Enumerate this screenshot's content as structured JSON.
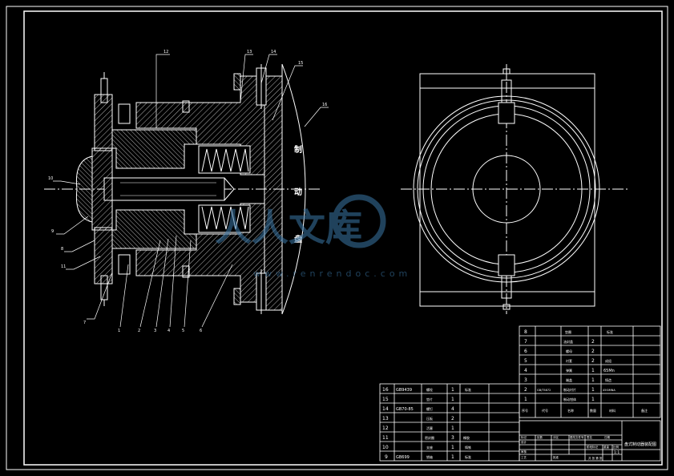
{
  "drawing": {
    "vertical_text": [
      "制",
      "动",
      "盘"
    ]
  },
  "callouts": {
    "top": [
      "12",
      "13",
      "14",
      "15",
      "16"
    ],
    "left": [
      "10",
      "9",
      "8",
      "11",
      "7"
    ],
    "bottom": [
      "1",
      "2",
      "3",
      "4",
      "5",
      "6"
    ]
  },
  "watermark": {
    "brand": "人人文库",
    "url": "www.renrendoc.com"
  },
  "parts_upper": {
    "header": [
      "序号",
      "代号",
      "名称",
      "数量",
      "材料",
      "备注"
    ],
    "rows": [
      {
        "no": "8",
        "code": "",
        "name": "垫圈",
        "qty": "",
        "mat": "",
        "note": "标准"
      },
      {
        "no": "7",
        "code": "",
        "name": "油封盖",
        "qty": "2",
        "mat": "",
        "note": ""
      },
      {
        "no": "6",
        "code": "",
        "name": "螺母",
        "qty": "2",
        "mat": "",
        "note": ""
      },
      {
        "no": "5",
        "code": "",
        "name": "衬套",
        "qty": "2",
        "mat": "",
        "note": "成组"
      },
      {
        "no": "4",
        "code": "",
        "name": "弹簧",
        "qty": "1",
        "mat": "65Mn",
        "note": ""
      },
      {
        "no": "3",
        "code": "",
        "name": "端盖",
        "qty": "1",
        "mat": "",
        "note": "铸造"
      },
      {
        "no": "2",
        "code": "GB/T5872",
        "name": "制动衬片",
        "qty": "1",
        "mat": "45SIMNA",
        "note": ""
      },
      {
        "no": "1",
        "code": "",
        "name": "制动钳体",
        "qty": "1",
        "mat": "",
        "note": ""
      }
    ]
  },
  "parts_lower": {
    "rows": [
      {
        "no": "16",
        "code": "GB9439",
        "name": "螺栓",
        "qty": "1",
        "note": "标准"
      },
      {
        "no": "15",
        "code": "",
        "name": "垫片",
        "qty": "1",
        "note": ""
      },
      {
        "no": "14",
        "code": "GB70-85",
        "name": "螺钉",
        "qty": "4",
        "note": ""
      },
      {
        "no": "13",
        "code": "",
        "name": "压板",
        "qty": "2",
        "note": ""
      },
      {
        "no": "12",
        "code": "",
        "name": "活塞",
        "qty": "1",
        "note": ""
      },
      {
        "no": "11",
        "code": "",
        "name": "密封圈",
        "qty": "3",
        "note": "橡胶"
      },
      {
        "no": "10",
        "code": "",
        "name": "支座",
        "qty": "1",
        "note": "铸铁"
      },
      {
        "no": "9",
        "code": "GB699",
        "name": "销轴",
        "qty": "1",
        "note": "标准"
      }
    ]
  },
  "title_block": {
    "drawing_title": "盘式制动器装配图",
    "scale": "1:1",
    "sheet": "共 张 第 张",
    "fields": [
      "标记",
      "处数",
      "分区",
      "更改文件号",
      "签名",
      "日期",
      "设计",
      "审核",
      "工艺",
      "批准",
      "阶段标记",
      "重量",
      "比例"
    ]
  }
}
